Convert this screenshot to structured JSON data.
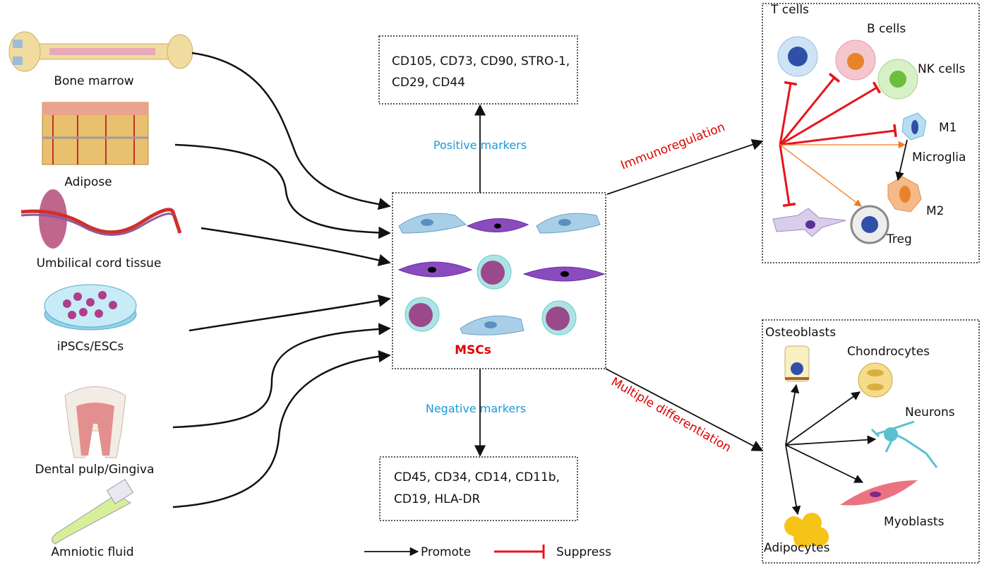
{
  "sources": [
    {
      "label": "Bone marrow",
      "icon": "bone-icon"
    },
    {
      "label": "Adipose",
      "icon": "adipose-tissue-icon"
    },
    {
      "label": "Umbilical cord tissue",
      "icon": "umbilical-cord-icon"
    },
    {
      "label": "iPSCs/ESCs",
      "icon": "petri-dish-icon"
    },
    {
      "label": "Dental pulp/Gingiva",
      "icon": "tooth-icon"
    },
    {
      "label": "Amniotic fluid",
      "icon": "tube-icon"
    }
  ],
  "center": {
    "label": "MSCs"
  },
  "positive": {
    "title": "Positive markers",
    "line1": "CD105, CD73, CD90, STRO-1,",
    "line2": "CD29, CD44"
  },
  "negative": {
    "title": "Negative markers",
    "line1": "CD45, CD34, CD14, CD11b,",
    "line2": "CD19, HLA-DR"
  },
  "immuno": {
    "title": "Immunoregulation",
    "cells": [
      "T cells",
      "B cells",
      "NK cells",
      "M1",
      "Microglia",
      "M2",
      "Treg"
    ]
  },
  "differentiation": {
    "title": "Multiple differentiation",
    "cells": [
      "Osteoblasts",
      "Chondrocytes",
      "Neurons",
      "Myoblasts",
      "Adipocytes"
    ]
  },
  "legend": {
    "promote": "Promote",
    "suppress": "Suppress"
  },
  "colors": {
    "red": "#e00000",
    "blue": "#1a9ad9",
    "suppress": "#e8141c",
    "orange": "#f07a22"
  }
}
